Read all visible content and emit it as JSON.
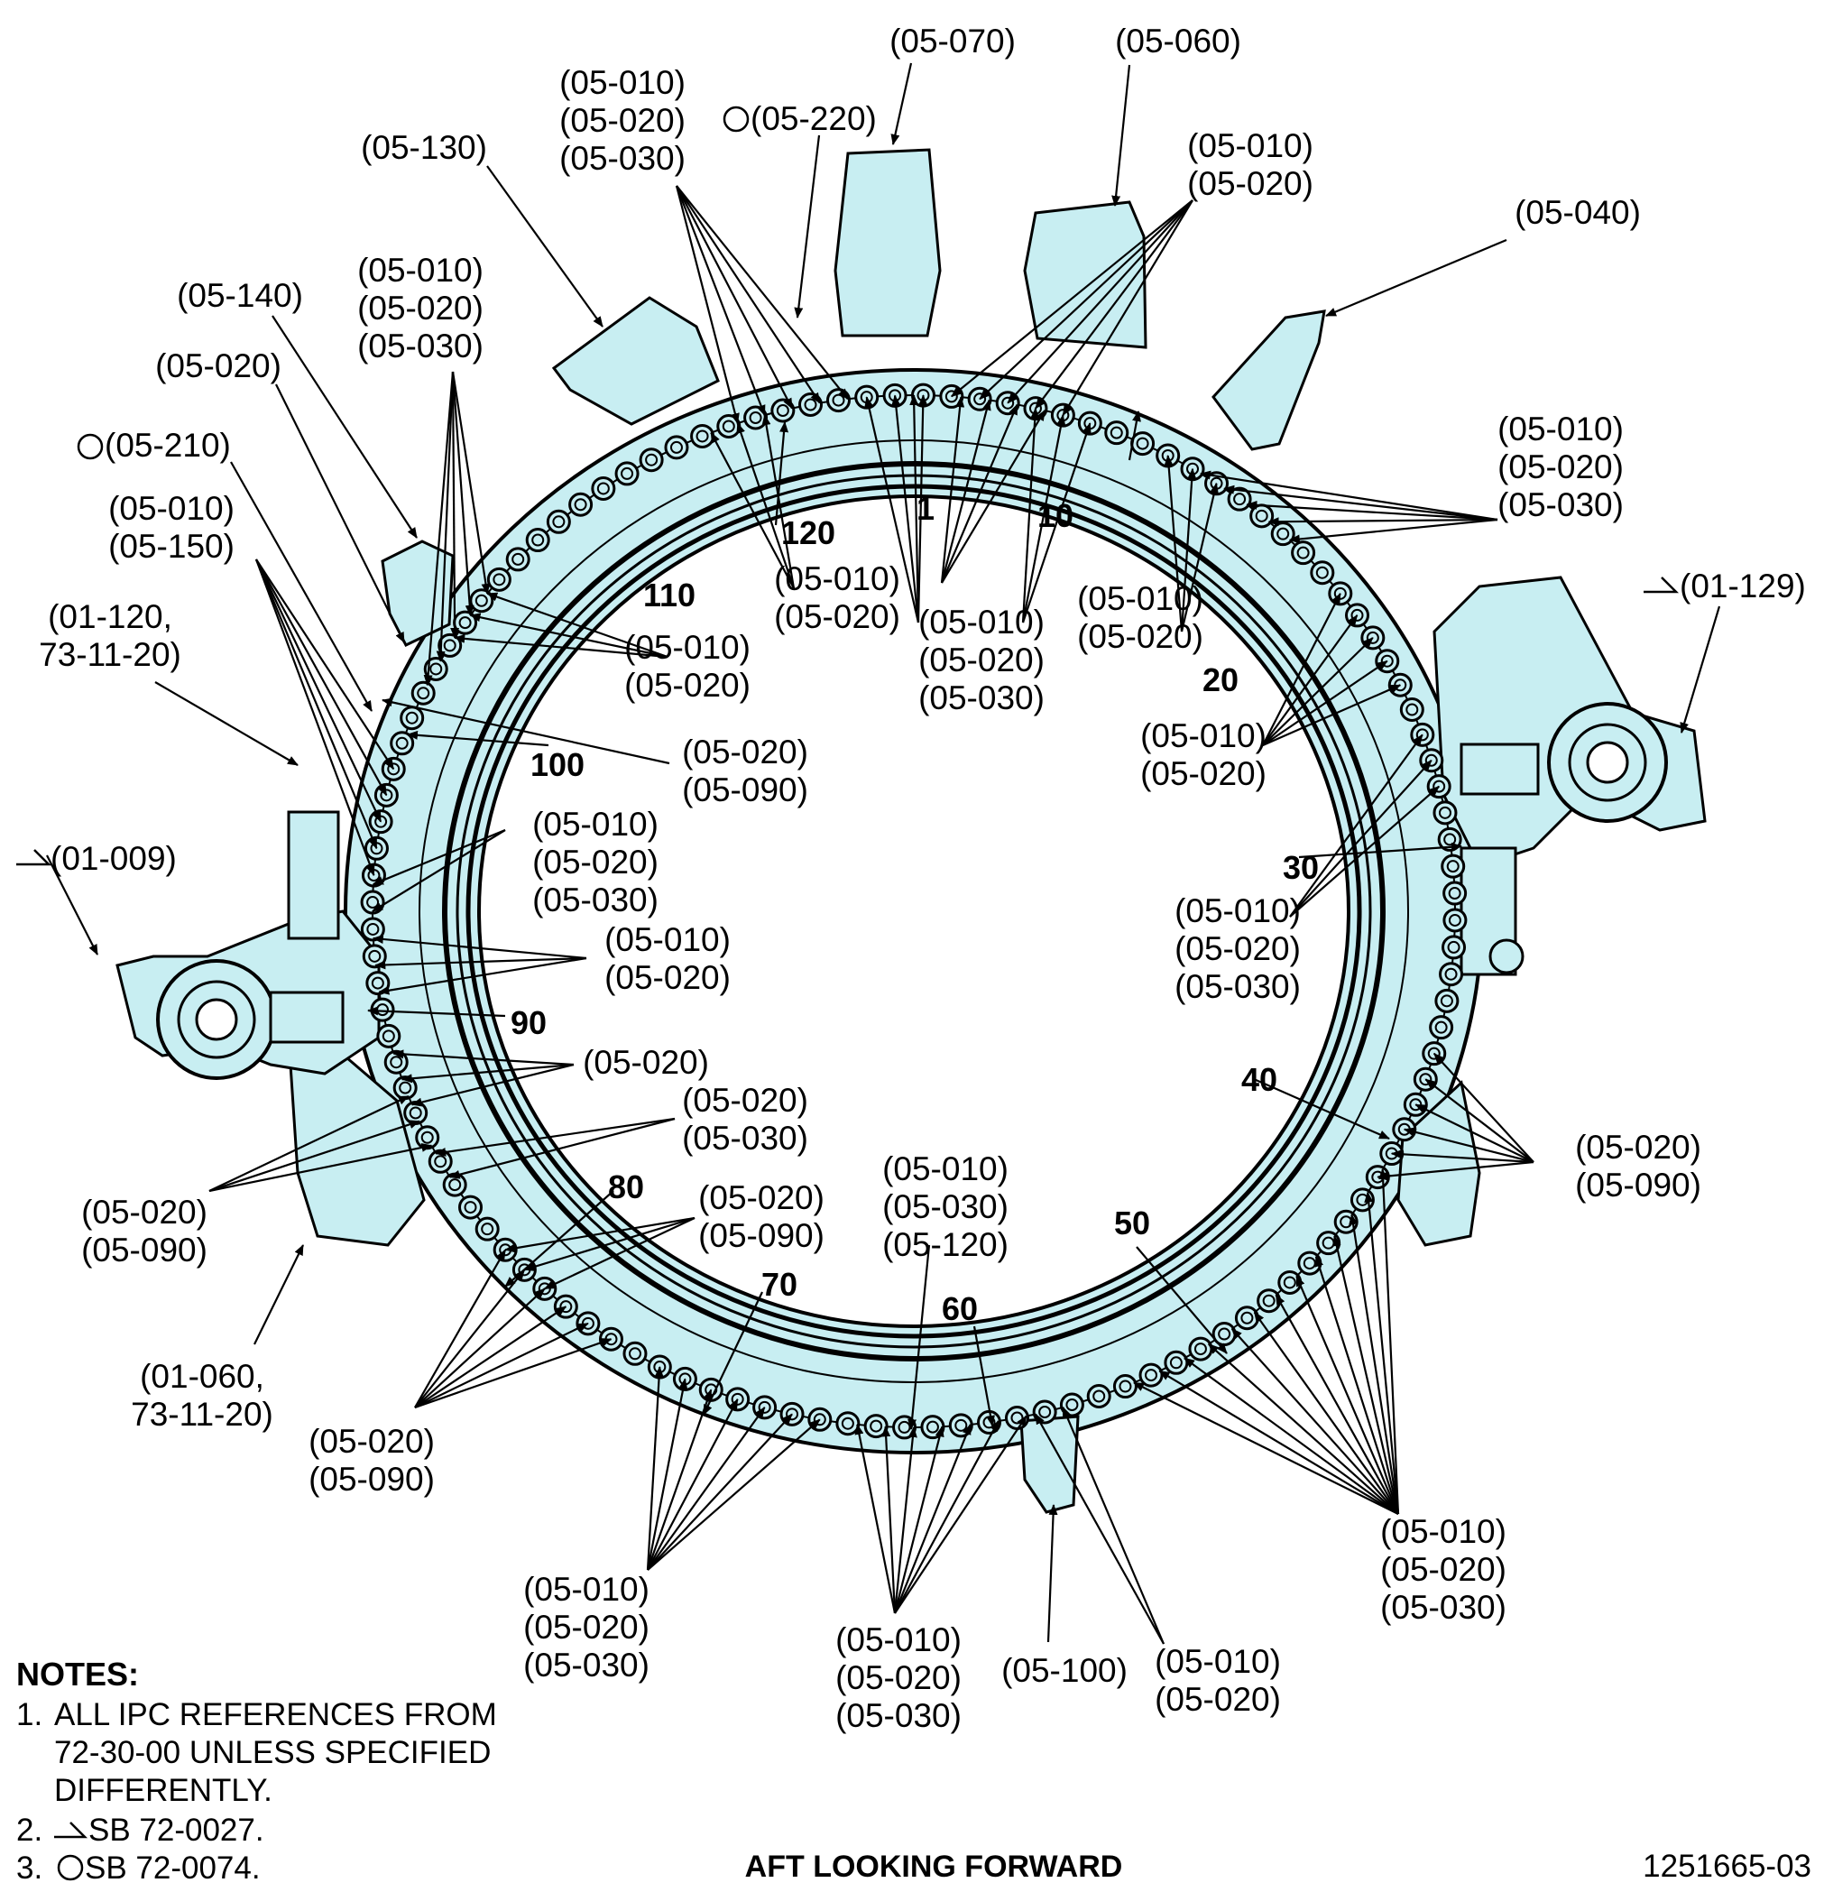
{
  "figure": {
    "view_title": "AFT LOOKING FORWARD",
    "drawing_number": "1251665-03",
    "colors": {
      "part_fill": "#c8eef2",
      "line": "#000000"
    }
  },
  "notes": {
    "heading": "NOTES:",
    "items": [
      {
        "num": "1.",
        "lines": [
          "ALL IPC REFERENCES FROM",
          "72-30-00 UNLESS SPECIFIED",
          "DIFFERENTLY."
        ]
      },
      {
        "num": "2.",
        "symbol": "triangle-flag-icon",
        "text": "SB 72-0027."
      },
      {
        "num": "3.",
        "symbol": "circle-icon",
        "text": "SB 72-0074."
      }
    ]
  },
  "position_numbers": [
    "1",
    "10",
    "20",
    "30",
    "40",
    "50",
    "60",
    "70",
    "80",
    "90",
    "100",
    "110",
    "120"
  ],
  "callouts": [
    {
      "lines": [
        "(05-070)"
      ]
    },
    {
      "lines": [
        "(05-060)"
      ]
    },
    {
      "lines": [
        "(05-220)"
      ],
      "symbol": "circle-icon"
    },
    {
      "lines": [
        "(05-010)",
        "(05-020)",
        "(05-030)"
      ]
    },
    {
      "lines": [
        "(05-130)"
      ]
    },
    {
      "lines": [
        "(05-010)",
        "(05-020)"
      ]
    },
    {
      "lines": [
        "(05-040)"
      ]
    },
    {
      "lines": [
        "(05-010)",
        "(05-020)",
        "(05-030)"
      ]
    },
    {
      "lines": [
        "(05-140)"
      ]
    },
    {
      "lines": [
        "(05-020)"
      ]
    },
    {
      "lines": [
        "(05-210)"
      ],
      "symbol": "circle-icon"
    },
    {
      "lines": [
        "(05-010)",
        "(05-020)",
        "(05-030)"
      ]
    },
    {
      "lines": [
        "(05-010)",
        "(05-150)"
      ]
    },
    {
      "lines": [
        "(01-129)"
      ],
      "symbol": "triangle-flag-icon"
    },
    {
      "lines": [
        "(01-120,",
        "73-11-20)"
      ]
    },
    {
      "lines": [
        "(05-010)",
        "(05-020)"
      ]
    },
    {
      "lines": [
        "(05-010)",
        "(05-020)"
      ]
    },
    {
      "lines": [
        "(05-010)",
        "(05-020)",
        "(05-030)"
      ]
    },
    {
      "lines": [
        "(05-010)",
        "(05-020)"
      ]
    },
    {
      "lines": [
        "(05-010)",
        "(05-020)"
      ]
    },
    {
      "lines": [
        "(05-020)",
        "(05-090)"
      ]
    },
    {
      "lines": [
        "(01-009)"
      ],
      "symbol": "triangle-flag-icon"
    },
    {
      "lines": [
        "(05-010)",
        "(05-020)",
        "(05-030)"
      ]
    },
    {
      "lines": [
        "(05-010)",
        "(05-020)",
        "(05-030)"
      ]
    },
    {
      "lines": [
        "(05-010)",
        "(05-020)"
      ]
    },
    {
      "lines": [
        "(05-020)"
      ]
    },
    {
      "lines": [
        "(05-020)",
        "(05-030)"
      ]
    },
    {
      "lines": [
        "(05-020)",
        "(05-090)"
      ]
    },
    {
      "lines": [
        "(05-020)",
        "(05-090)"
      ]
    },
    {
      "lines": [
        "(05-010)",
        "(05-030)",
        "(05-120)"
      ]
    },
    {
      "lines": [
        "(05-020)",
        "(05-090)"
      ]
    },
    {
      "lines": [
        "(01-060,",
        "73-11-20)"
      ]
    },
    {
      "lines": [
        "(05-020)",
        "(05-090)"
      ]
    },
    {
      "lines": [
        "(05-010)",
        "(05-020)",
        "(05-030)"
      ]
    },
    {
      "lines": [
        "(05-010)",
        "(05-020)",
        "(05-030)"
      ]
    },
    {
      "lines": [
        "(05-100)"
      ]
    },
    {
      "lines": [
        "(05-010)",
        "(05-020)"
      ]
    },
    {
      "lines": [
        "(05-010)",
        "(05-020)",
        "(05-030)"
      ]
    }
  ]
}
